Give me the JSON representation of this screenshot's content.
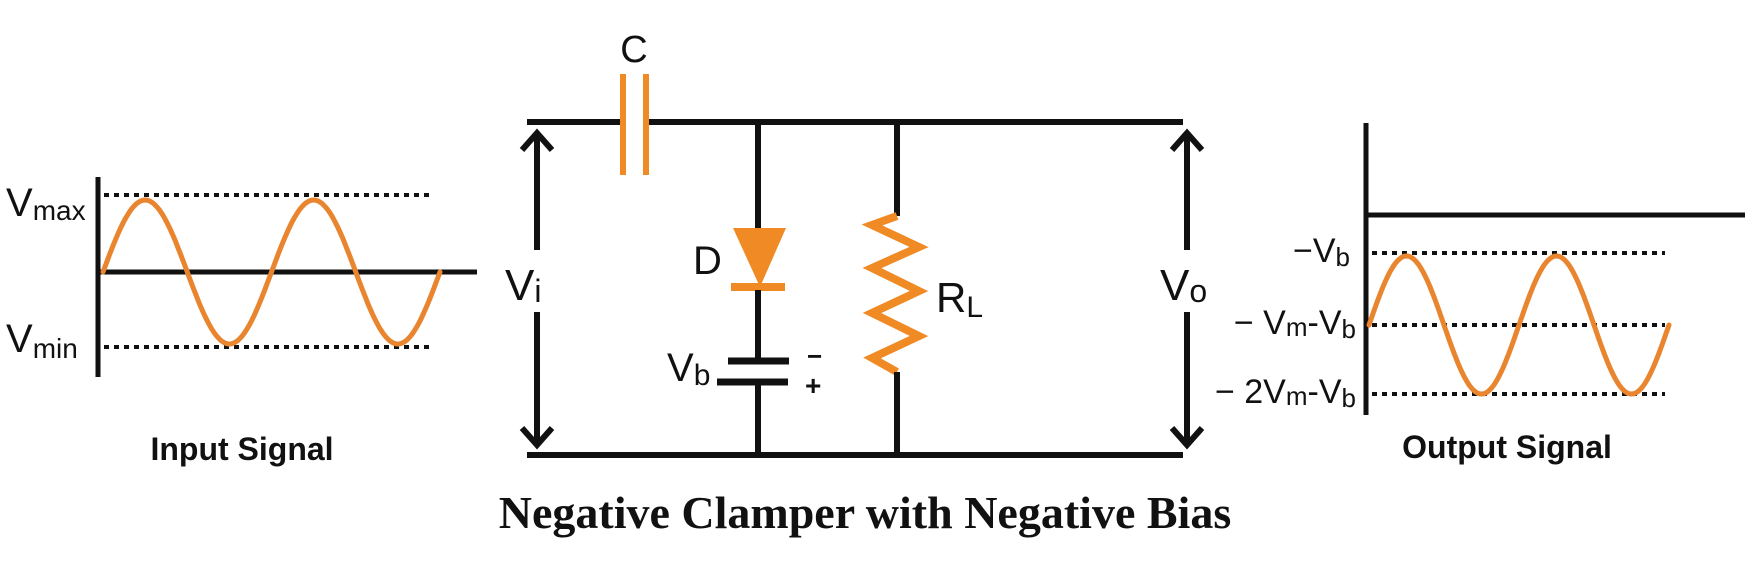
{
  "title": "Negative Clamper with Negative Bias",
  "colors": {
    "wire": "#111111",
    "component": "#f08a24",
    "signal": "#e8852e",
    "background": "#ffffff"
  },
  "input_signal": {
    "caption": "Input Signal",
    "vmax_label": {
      "main": "V",
      "sub": "max"
    },
    "vmin_label": {
      "main": "V",
      "sub": "min"
    },
    "cycles": 2
  },
  "circuit": {
    "capacitor_label": "C",
    "diode_label": "D",
    "battery_label": {
      "main": "V",
      "sub": "b"
    },
    "battery_minus": "−",
    "battery_plus": "+",
    "resistor_label": {
      "main": "R",
      "sub": "L"
    },
    "input_voltage_label": {
      "main": "V",
      "sub": "i"
    },
    "output_voltage_label": {
      "main": "V",
      "sub": "o"
    }
  },
  "output_signal": {
    "caption": "Output Signal",
    "level_labels": [
      {
        "prefix": "−",
        "main": "V",
        "sub": "b",
        "tail": ""
      },
      {
        "prefix": "− ",
        "main": "V",
        "sub": "m",
        "tail": "-V",
        "tail_sub": "b"
      },
      {
        "prefix": "− 2",
        "main": "V",
        "sub": "m",
        "tail": "-V",
        "tail_sub": "b"
      }
    ],
    "cycles": 2
  }
}
